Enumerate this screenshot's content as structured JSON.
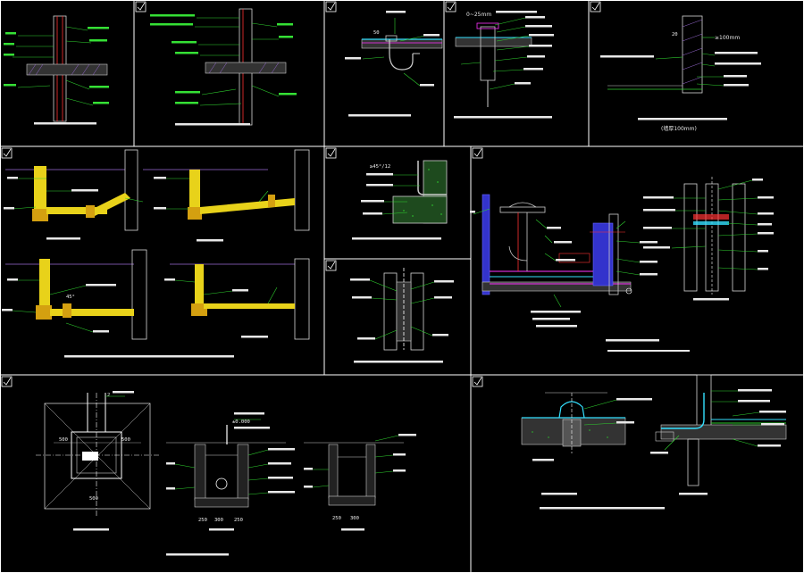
{
  "colors": {
    "background": "#000000",
    "frame": "#ffffff",
    "leader": "#2fd12f",
    "pipe_yellow": "#e8d21a",
    "pipe_magenta": "#ff33ff",
    "pipe_cyan": "#33e0ff",
    "wall": "#d8d8d8",
    "hatch": "#9b6bd6",
    "red_line": "#ff3333",
    "pipe_purple": "#a060ff"
  },
  "icons": {
    "panel_marker": "checkmark-icon"
  },
  "texts": {
    "p3_dim": "50",
    "p4_range": "0~25mm",
    "p5_label": "≥100mm",
    "p5_dim": "20",
    "p5_sub": "(墙厚100mm)",
    "p7_dim": "≥45°/12",
    "p10_ref": "2",
    "p11_dims": [
      "500",
      "500",
      "500"
    ],
    "p12_ref": "±0.000",
    "p12_dims": [
      "250",
      "300",
      "250"
    ],
    "p13_dims": [
      "250",
      "300"
    ]
  }
}
